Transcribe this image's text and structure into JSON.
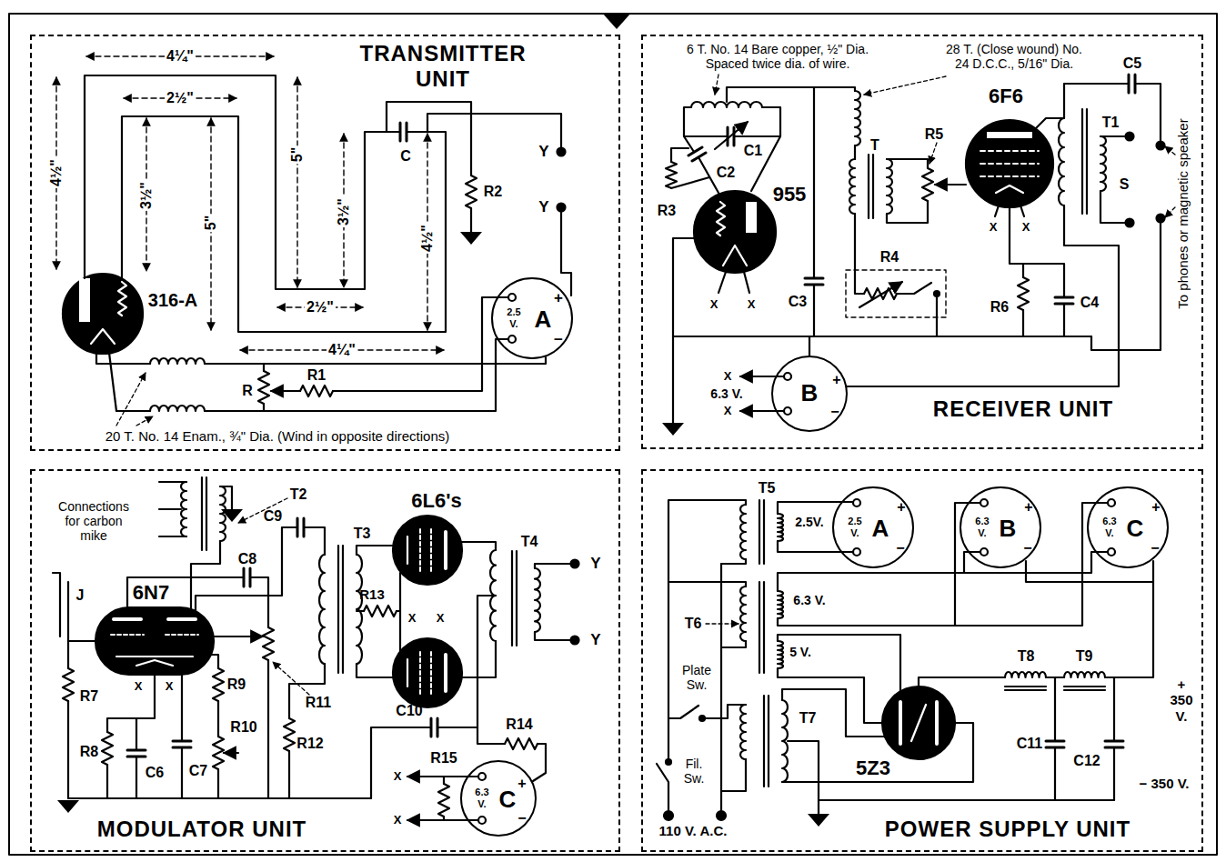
{
  "diagram": {
    "nodes": [
      {
        "text": [
          "TRANSMITTER UNIT"
        ]
      },
      {
        "text": [
          "2.5 V.",
          "A"
        ],
        "in": 0
      },
      {
        "text": [
          "RECEIVER UNIT"
        ]
      },
      {
        "text": [
          "B"
        ],
        "in": 2
      },
      {
        "text": [
          "MODULATOR UNIT"
        ]
      },
      {
        "text": [
          "6.3 V.",
          "C"
        ],
        "in": 4
      },
      {
        "text": [
          "POWER SUPPLY UNIT"
        ]
      },
      {
        "text": [
          "2.5 V.",
          "A"
        ],
        "in": 6
      },
      {
        "text": [
          "6.3 V.",
          "B"
        ],
        "in": 6
      },
      {
        "text": [
          "6.3 V.",
          "C"
        ],
        "in": 6
      }
    ],
    "labels": [
      "4¼\"",
      "2½\"",
      "4½\"",
      "3½\"",
      "5\"",
      "5\"",
      "3½\"",
      "4½\"",
      "2½\"",
      "4¼\"",
      "C",
      "R2",
      "Y",
      "Y",
      "316-A",
      "R",
      "R1",
      "20 T. No. 14 Enam., ¾\" Dia. (Wind in opposite directions)",
      "+",
      "−",
      "6 T. No. 14 Bare copper, ½\" Dia. Spaced twice dia. of wire.",
      "28 T. (Close wound) No. 24 D.C.C., 5/16\" Dia.",
      "C5",
      "6F6",
      "C1",
      "C2",
      "R3",
      "955",
      "T",
      "R5",
      "T1",
      "S",
      "X",
      "X",
      "X",
      "X",
      "C3",
      "R4",
      "R6",
      "C4",
      "To phones or magnetic speaker",
      "X",
      "6.3 V.",
      "X",
      "+",
      "−",
      "Connections for carbon mike",
      "T2",
      "C9",
      "T3",
      "6L6's",
      "T4",
      "Y",
      "Y",
      "C8",
      "6N7",
      "J",
      "R13",
      "X",
      "X",
      "X",
      "X",
      "R7",
      "R9",
      "R11",
      "R8",
      "C6",
      "C7",
      "R10",
      "R12",
      "C10",
      "R14",
      "R15",
      "X",
      "X",
      "+",
      "−",
      "T5",
      "2.5V.",
      "+",
      "−",
      "+",
      "−",
      "+",
      "−",
      "T6",
      "6.3 V.",
      "5 V.",
      "T8",
      "T9",
      "Plate Sw.",
      "Fil. Sw.",
      "T7",
      "5Z3",
      "C11",
      "C12",
      "+ 350 V.",
      "− 350 V.",
      "110 V. A.C."
    ]
  }
}
